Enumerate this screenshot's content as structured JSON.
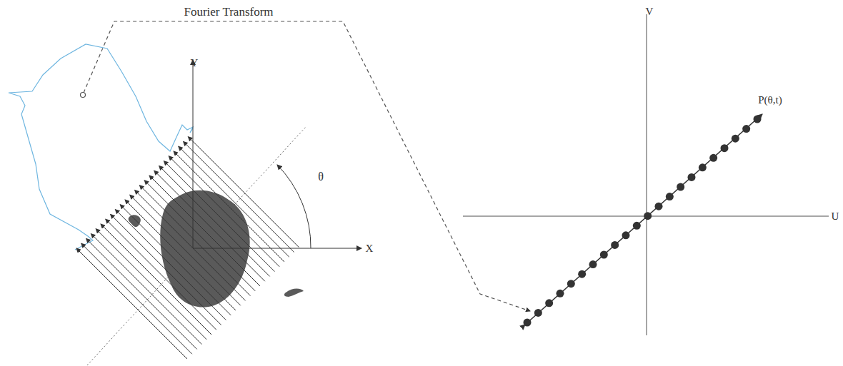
{
  "diagram": {
    "labels": [
      "Fourier Transform",
      "Y",
      "X",
      "θ",
      "V",
      "U",
      "P(θ,t)"
    ]
  }
}
